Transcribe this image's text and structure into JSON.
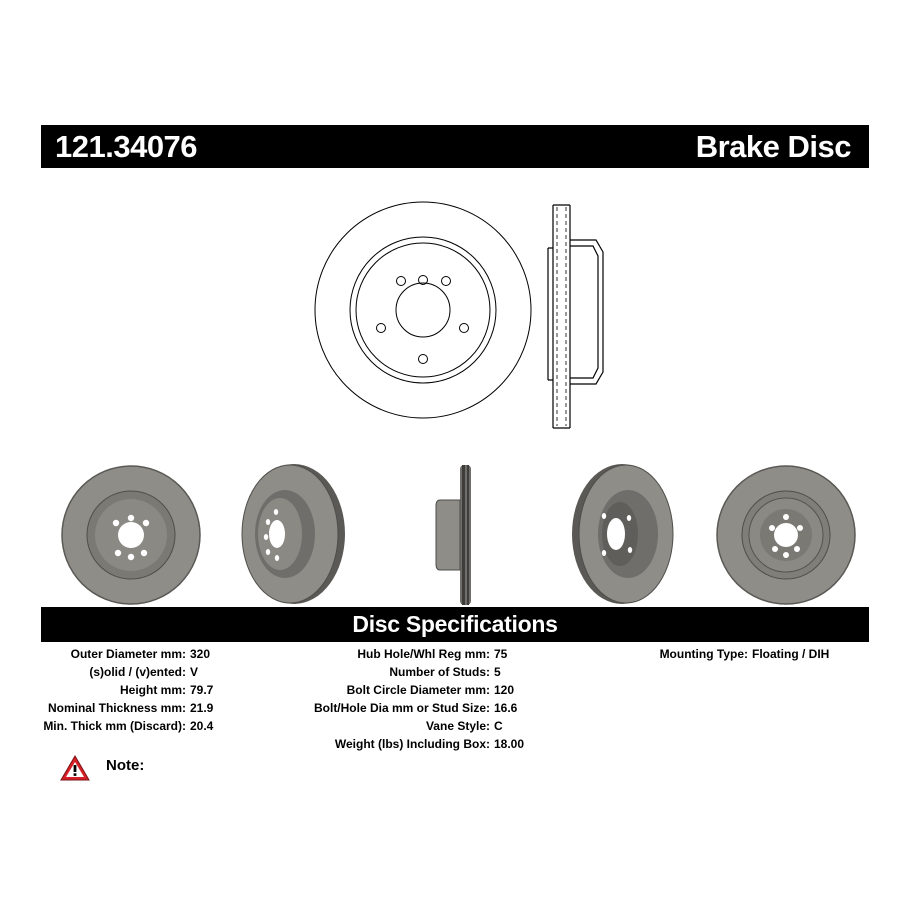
{
  "header": {
    "part_number": "121.34076",
    "product_type": "Brake Disc"
  },
  "specs_header": "Disc Specifications",
  "specs": {
    "col1": [
      {
        "label": "Outer Diameter mm:",
        "value": "320"
      },
      {
        "label": "(s)olid / (v)ented:",
        "value": "V"
      },
      {
        "label": "Height mm:",
        "value": "79.7"
      },
      {
        "label": "Nominal Thickness mm:",
        "value": "21.9"
      },
      {
        "label": "Min. Thick mm (Discard):",
        "value": "20.4"
      }
    ],
    "col2": [
      {
        "label": "Hub Hole/Whl Reg mm:",
        "value": "75"
      },
      {
        "label": "Number of Studs:",
        "value": "5"
      },
      {
        "label": "Bolt Circle Diameter mm:",
        "value": "120"
      },
      {
        "label": "Bolt/Hole Dia mm or Stud Size:",
        "value": "16.6"
      },
      {
        "label": "Vane Style:",
        "value": "C"
      },
      {
        "label": "Weight (lbs) Including Box:",
        "value": "18.00"
      }
    ],
    "col3": [
      {
        "label": "Mounting Type:",
        "value": "Floating / DIH"
      }
    ]
  },
  "note": {
    "label": "Note:",
    "icon": "warning-triangle-icon"
  },
  "colors": {
    "bar": "#000000",
    "disc_gray": "#8e8d88",
    "warning_red": "#d62027"
  }
}
